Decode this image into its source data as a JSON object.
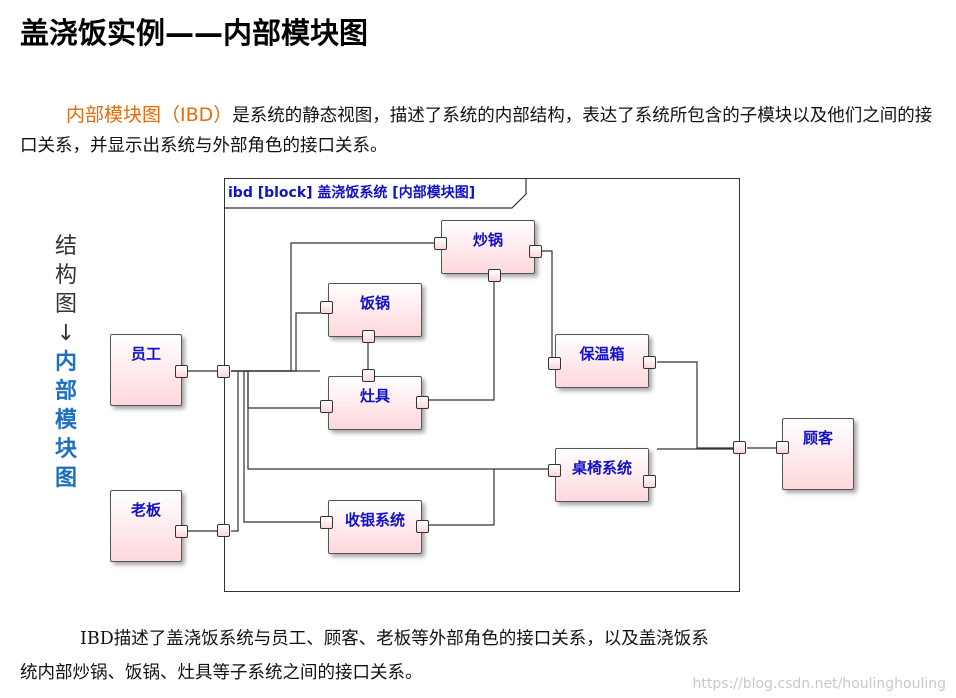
{
  "title": "盖浇饭实例——内部模块图",
  "intro": {
    "lead": "内部模块图（IBD）",
    "text": "是系统的静态视图，描述了系统的内部结构，表达了系统所包含的子模块以及他们之间的接口关系，并显示出系统与外部角色的接口关系。"
  },
  "side_label": {
    "chars_gray": [
      "结",
      "构",
      "图",
      "↓"
    ],
    "chars_blue": [
      "内",
      "部",
      "模",
      "块",
      "图"
    ]
  },
  "diagram": {
    "frame_label": "ibd [block] 盖浇饭系统 [内部模块图]",
    "blocks": {
      "employee": "员工",
      "boss": "老板",
      "wok": "炒锅",
      "rice_pot": "饭锅",
      "stove": "灶具",
      "warmer": "保温箱",
      "table_system": "桌椅系统",
      "cashier_system": "收银系统",
      "customer": "顾客"
    }
  },
  "outro": {
    "line1": "IBD描述了盖浇饭系统与员工、顾客、老板等外部角色的接口关系，以及盖浇饭系",
    "line2": "统内部炒锅、饭锅、灶具等子系统之间的接口关系。"
  },
  "watermark": "https://blog.csdn.net/houlinghouling"
}
